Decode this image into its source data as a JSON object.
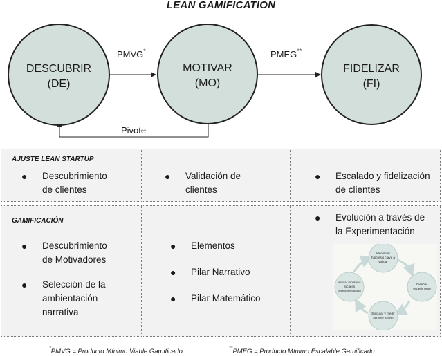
{
  "title": "LEAN GAMIFICATION",
  "flow": {
    "nodes": [
      {
        "name": "DESCUBRIR",
        "abbr": "(DE)"
      },
      {
        "name": "MOTIVAR",
        "abbr": "(MO)"
      },
      {
        "name": "FIDELIZAR",
        "abbr": "(FI)"
      }
    ],
    "edge1": {
      "label": "PMVG",
      "mark": "*"
    },
    "edge2": {
      "label": "PMEG",
      "mark": "**"
    },
    "feedback": "Pivote",
    "colors": {
      "circle_fill": "#d3dfdb",
      "circle_stroke": "#222222"
    }
  },
  "sections": {
    "lean": {
      "title": "AJUSTE LEAN STARTUP",
      "col1": [
        "Descubrimiento",
        "de clientes"
      ],
      "col2": [
        "Validación de",
        "clientes"
      ],
      "col3": [
        "Escalado y fidelización",
        "de clientes"
      ]
    },
    "gam": {
      "title": "GAMIFICACIÓN",
      "col1a": [
        "Descubrimiento",
        "de Motivadores"
      ],
      "col1b": [
        "Selección de la",
        "ambientación",
        "narrativa"
      ],
      "col2a": "Elementos",
      "col2b": "Pilar Narrativo",
      "col2c": "Pilar Matemático",
      "col3": [
        "Evolución a través de",
        "la Experimentación"
      ]
    },
    "bullet": "●"
  },
  "loop": {
    "steps": [
      [
        "Identificar",
        "hipótesis clave a",
        "validar"
      ],
      [
        "Diseñar",
        "experimento"
      ],
      [
        "Ejecutar y medir",
        "(out of the building)"
      ],
      [
        "Validar hipótesis",
        "iniciales",
        "(Aprendizaje validado)"
      ]
    ],
    "colors": {
      "node_fill": "#d9e6e4",
      "node_stroke": "#b8cdcb",
      "arrow": "#c9d9d7"
    }
  },
  "footnotes": {
    "f1_mark": "*",
    "f1_text": "PMVG = Producto Mínimo Viable Gamificado",
    "f2_mark": "**",
    "f2_text": "PMEG = Producto Mínimo Escalable Gamificado"
  }
}
